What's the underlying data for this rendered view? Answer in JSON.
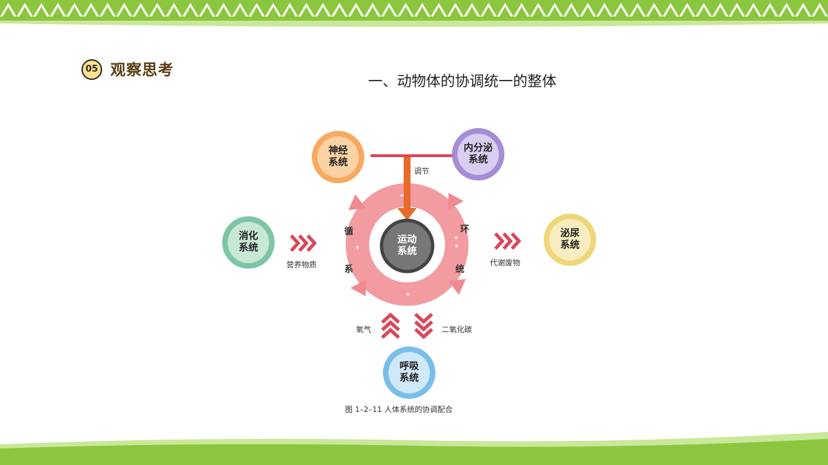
{
  "section": {
    "number": "05",
    "title": "观察思考"
  },
  "main_title": "一、动物体的协调统一的整体",
  "diagram": {
    "nodes": {
      "nervous": [
        "神经",
        "系统"
      ],
      "endocrine": [
        "内分泌",
        "系统"
      ],
      "digestive": [
        "消化",
        "系统"
      ],
      "urinary": [
        "泌尿",
        "系统"
      ],
      "respiratory": [
        "呼吸",
        "系统"
      ],
      "motor": [
        "运动",
        "系统"
      ]
    },
    "ring_chars": [
      "循",
      "系",
      "环",
      "统"
    ],
    "labels": {
      "regulate": "调节",
      "nutrients": "营养物质",
      "wastes": "代谢废物",
      "oxygen": "氧气",
      "co2": "二氧化碳"
    },
    "caption": "图 1–2–11  人体系统的协调配合"
  },
  "colors": {
    "band_green": "#8cc63f",
    "title_brown": "#5a3d12",
    "nervous": "#f6a04d",
    "endocrine": "#9b7fd0",
    "digestive": "#6fbf9b",
    "urinary": "#ecd36a",
    "respiratory": "#6ab7e8",
    "motor": "#555555",
    "ring": "#f08a8f",
    "arrow_red": "#d9485a"
  }
}
